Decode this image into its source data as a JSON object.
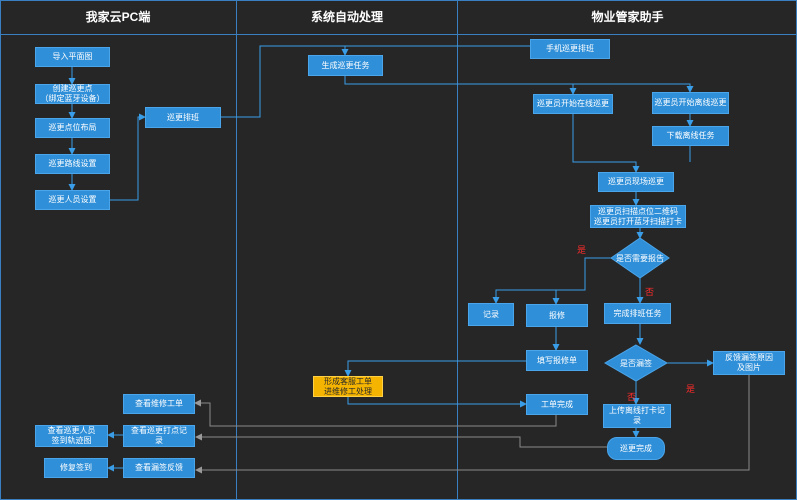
{
  "lanes": {
    "left": "我家云PC端",
    "middle": "系统自动处理",
    "right": "物业管家助手"
  },
  "nodes": {
    "import_plan": "导入平面图",
    "create_point": "创建巡更点\n（绑定蓝牙设备）",
    "point_layout": "巡更点位布局",
    "route_setup": "巡更路线设置",
    "staff_setup": "巡更人员设置",
    "shift_schedule": "巡更排班",
    "generate_task": "生成巡更任务",
    "mobile_schedule": "手机巡更排班",
    "online_patrol": "巡更员开始在线巡更",
    "offline_patrol": "巡更员开始离线巡更",
    "download_offline": "下载离线任务",
    "onsite_patrol": "巡更员现场巡更",
    "scan_checkin": "巡更员扫描点位二维码\n巡更员打开蓝牙扫描打卡",
    "need_report": "是否需要报告",
    "record": "记录",
    "repair": "报修",
    "finish_shift": "完成排班任务",
    "fill_repair": "填写报修单",
    "missed_check": "是否漏签",
    "feedback_missed": "反馈漏签原因\n及图片",
    "form_repair_order": "形成客服工单\n进维修工处理",
    "order_complete": "工单完成",
    "upload_offline": "上传离线打卡记\n录",
    "patrol_done": "巡更完成",
    "view_repair": "查看维修工单",
    "view_checkin": "查看巡更打点记\n录",
    "view_track": "查看巡更人员\n签到轨迹图",
    "view_missed": "查看漏签反馈",
    "fix_checkin": "修复签到"
  },
  "labels": {
    "yes_report": "是",
    "no_report": "否",
    "yes_missed": "是",
    "no_missed": "否"
  },
  "colors": {
    "background": "#262626",
    "box": "#2f8fd8",
    "highlight": "#f5b400",
    "line": "#3a9de8",
    "yes_no": "#ff2b2b"
  }
}
